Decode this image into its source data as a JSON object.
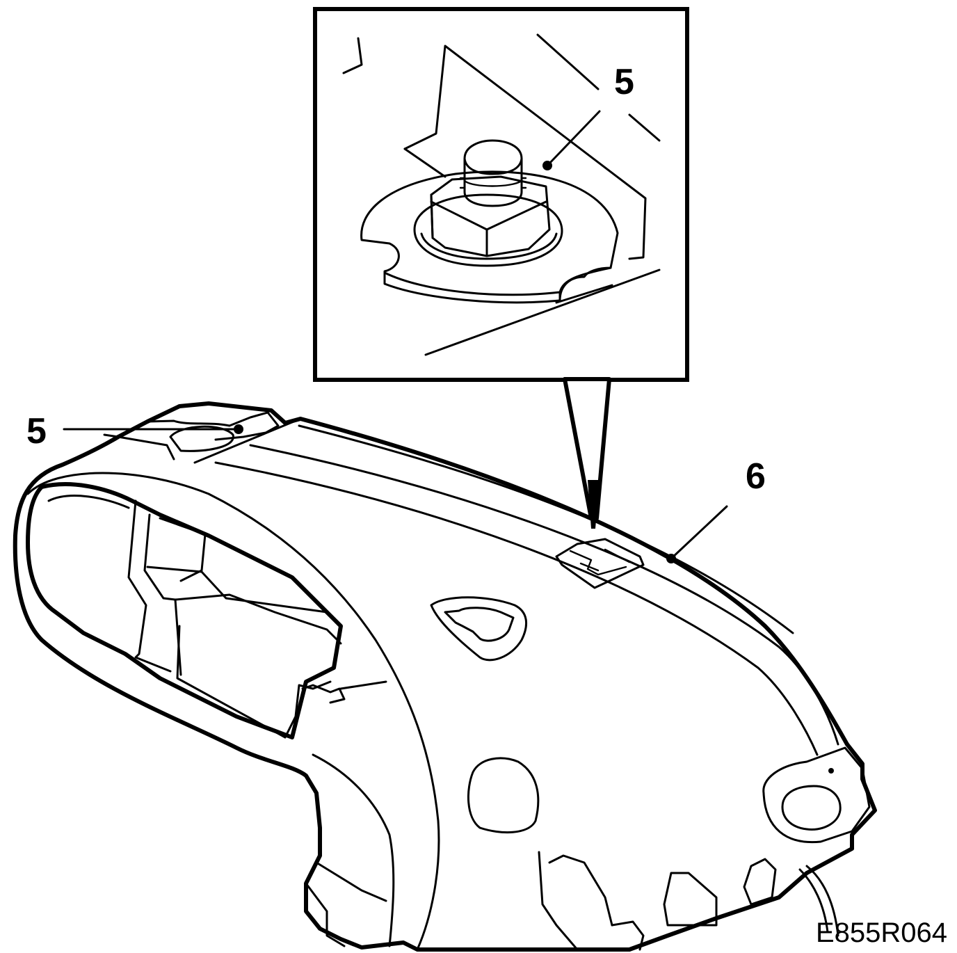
{
  "figure": {
    "callouts": {
      "inset_part": "5",
      "main_part": "5",
      "dashboard": "6"
    },
    "figure_code": "E855R064"
  }
}
